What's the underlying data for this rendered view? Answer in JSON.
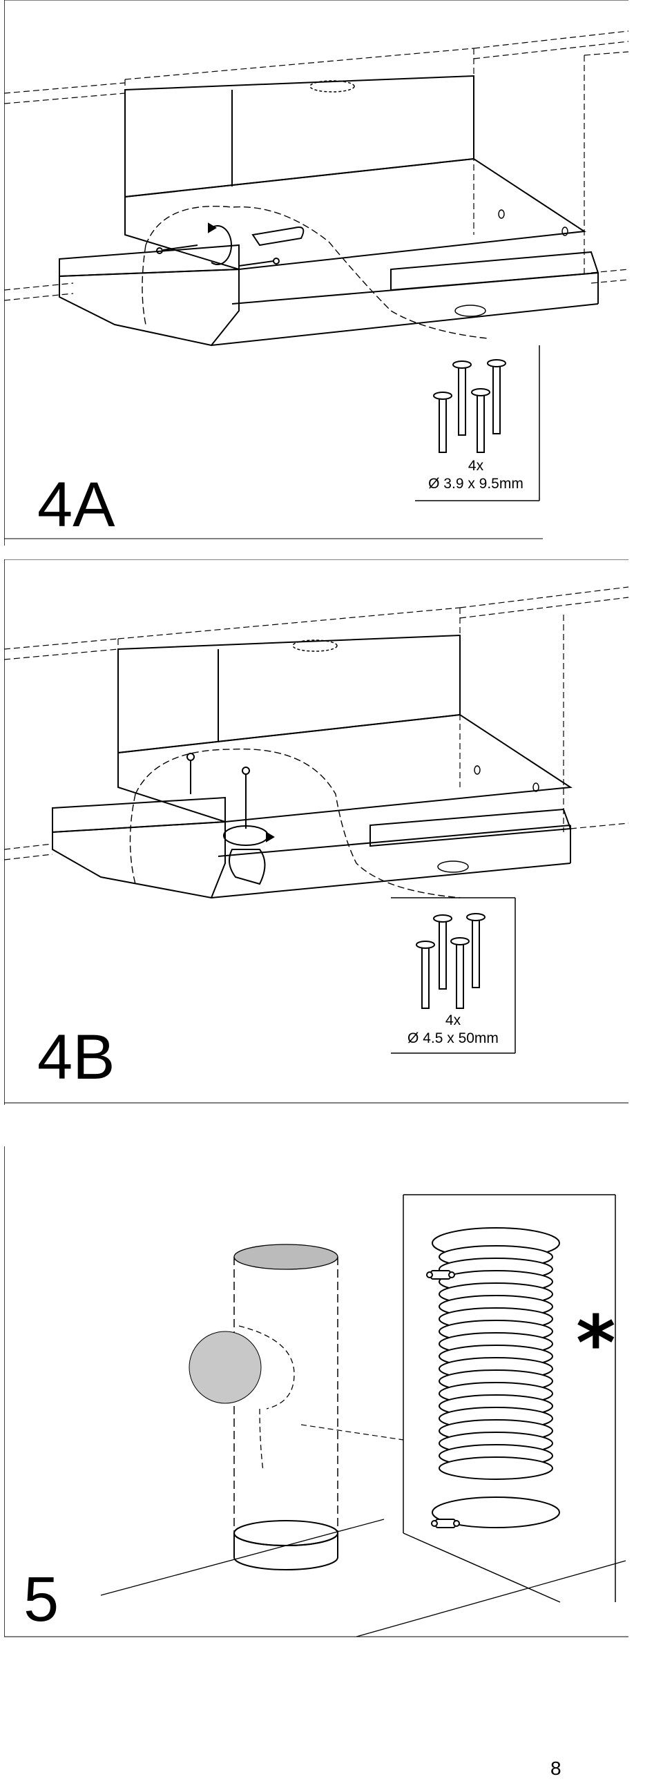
{
  "steps": [
    {
      "id": "4A",
      "label": "4A",
      "screws": {
        "quantity": "4x",
        "size": "Ø 3.9 x 9.5mm"
      },
      "icons": [
        "hood-unit",
        "cabinet",
        "screwdriver-hand",
        "rotation-arrow",
        "screw"
      ]
    },
    {
      "id": "4B",
      "label": "4B",
      "screws": {
        "quantity": "4x",
        "size": "Ø 4.5 x 50mm"
      },
      "icons": [
        "hood-unit",
        "cabinet",
        "screwdriver-hand",
        "rotation-arrow",
        "screw"
      ]
    },
    {
      "id": "5",
      "label": "5",
      "marker": "*",
      "icons": [
        "duct-cylinder",
        "flexible-hose",
        "hose-clamp"
      ]
    }
  ],
  "page": {
    "number": "8"
  }
}
